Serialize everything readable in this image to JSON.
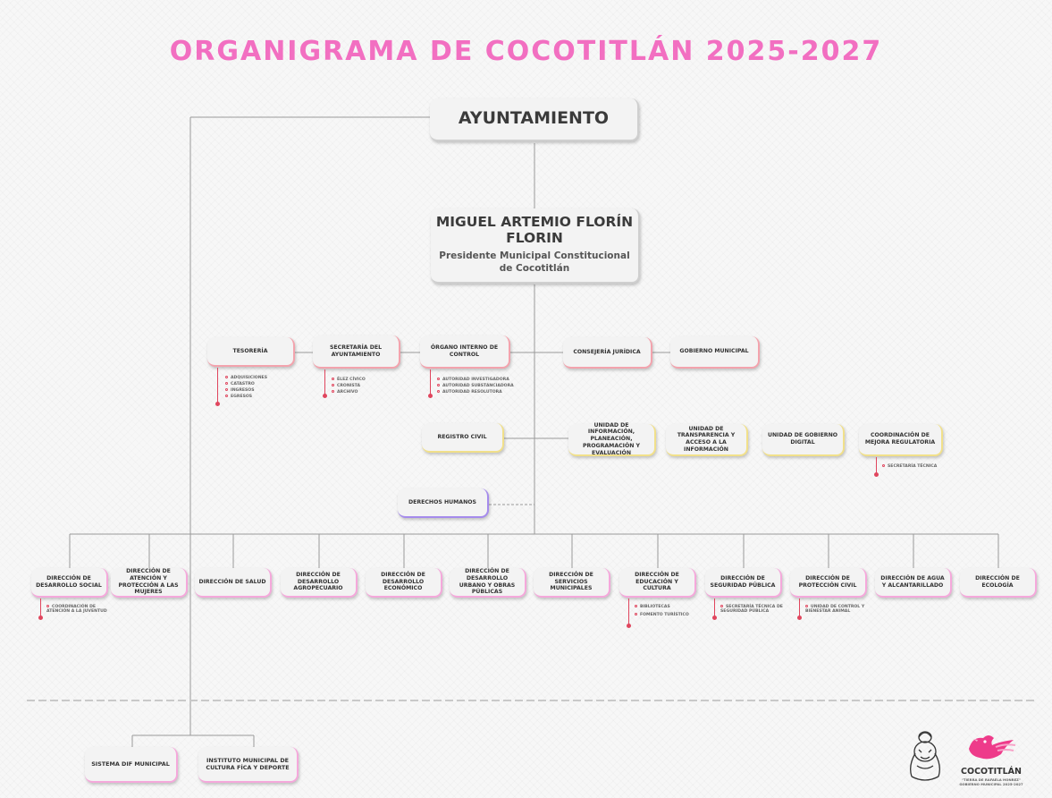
{
  "title": "ORGANIGRAMA DE COCOTITLÁN 2025-2027",
  "ayuntamiento": "AYUNTAMIENTO",
  "presidente": {
    "name": "MIGUEL ARTEMIO FLORÍN FLORIN",
    "role": "Presidente Municipal Constitucional de Cocotitlán"
  },
  "row1": {
    "tesoreria": {
      "label": "TESORERÍA",
      "subs": [
        "ADQUISICIONES",
        "CATASTRO",
        "INGRESOS",
        "EGRESOS"
      ]
    },
    "secretaria": {
      "label": "SECRETARÍA DEL AYUNTAMIENTO",
      "subs": [
        "ÉLEZ CÍVICO",
        "CRONISTA",
        "ARCHIVO"
      ]
    },
    "organo": {
      "label": "ÓRGANO INTERNO DE CONTROL",
      "subs": [
        "AUTORIDAD INVESTIGADORA",
        "AUTORIDAD SUBSTANCIADORA",
        "AUTORIDAD RESOLUTORA"
      ]
    },
    "consejeria": {
      "label": "CONSEJERÍA JURÍDICA"
    },
    "gobierno": {
      "label": "GOBIERNO MUNICIPAL"
    }
  },
  "row2": {
    "registro": {
      "label": "REGISTRO CIVIL"
    },
    "uippe": {
      "label": "UNIDAD DE INFORMACIÓN, PLANEACIÓN, PROGRAMACIÓN Y EVALUACIÓN"
    },
    "transparencia": {
      "label": "UNIDAD DE TRANSPARENCIA Y ACCESO A LA INFORMACIÓN"
    },
    "digital": {
      "label": "UNIDAD DE GOBIERNO DIGITAL"
    },
    "mejora": {
      "label": "COORDINACIÓN DE MEJORA REGULATORIA",
      "subs": [
        "SECRETARÍA TÉCNICA"
      ]
    }
  },
  "derechos": {
    "label": "DERECHOS HUMANOS"
  },
  "direcciones": [
    {
      "label": "DIRECCIÓN DE DESARROLLO SOCIAL",
      "subs": [
        "COORDINACIÓN DE ATENCIÓN A LA JUVENTUD"
      ]
    },
    {
      "label": "DIRECCIÓN DE ATENCIÓN Y PROTECCIÓN A LAS MUJERES",
      "subs": []
    },
    {
      "label": "DIRECCIÓN DE SALUD",
      "subs": []
    },
    {
      "label": "DIRECCIÓN DE DESARROLLO AGROPECUARIO",
      "subs": []
    },
    {
      "label": "DIRECCIÓN DE DESARROLLO ECONÓMICO",
      "subs": []
    },
    {
      "label": "DIRECCIÓN DE DESARROLLO URBANO Y OBRAS PÚBLICAS",
      "subs": []
    },
    {
      "label": "DIRECCIÓN DE SERVICIOS MUNICIPALES",
      "subs": []
    },
    {
      "label": "DIRECCIÓN DE EDUCACIÓN Y CULTURA",
      "subs": [
        "BIBLIOTECAS",
        "FOMENTO TURÍSTICO"
      ]
    },
    {
      "label": "DIRECCIÓN DE SEGURIDAD PÚBLICA",
      "subs": [
        "SECRETARÍA TÉCNICA DE SEGURIDAD PÚBLICA"
      ]
    },
    {
      "label": "DIRECCIÓN DE PROTECCIÓN CIVIL",
      "subs": [
        "UNIDAD DE CONTROL Y BIENESTAR ANIMAL"
      ]
    },
    {
      "label": "DIRECCIÓN DE AGUA Y ALCANTARILLADO",
      "subs": []
    },
    {
      "label": "DIRECCIÓN DE ECOLOGÍA",
      "subs": []
    }
  ],
  "organismos": [
    {
      "label": "SISTEMA DIF MUNICIPAL"
    },
    {
      "label": "INSTITUTO MUNICIPAL DE CULTURA FÍCA Y DEPORTE"
    }
  ],
  "logo": {
    "name": "COCOTITLÁN",
    "tagline": "\"TIERRA DE RAFAELA HONREZ\"",
    "period": "GOBIERNO MUNICIPAL 2025-2027"
  },
  "colors": {
    "title": "#f26fc1",
    "accent_red": "#e0455d",
    "accent_yellow": "#f1e08a",
    "accent_purple": "#a58bec",
    "accent_pink": "#f5a8db",
    "line": "#9a9a9a"
  }
}
